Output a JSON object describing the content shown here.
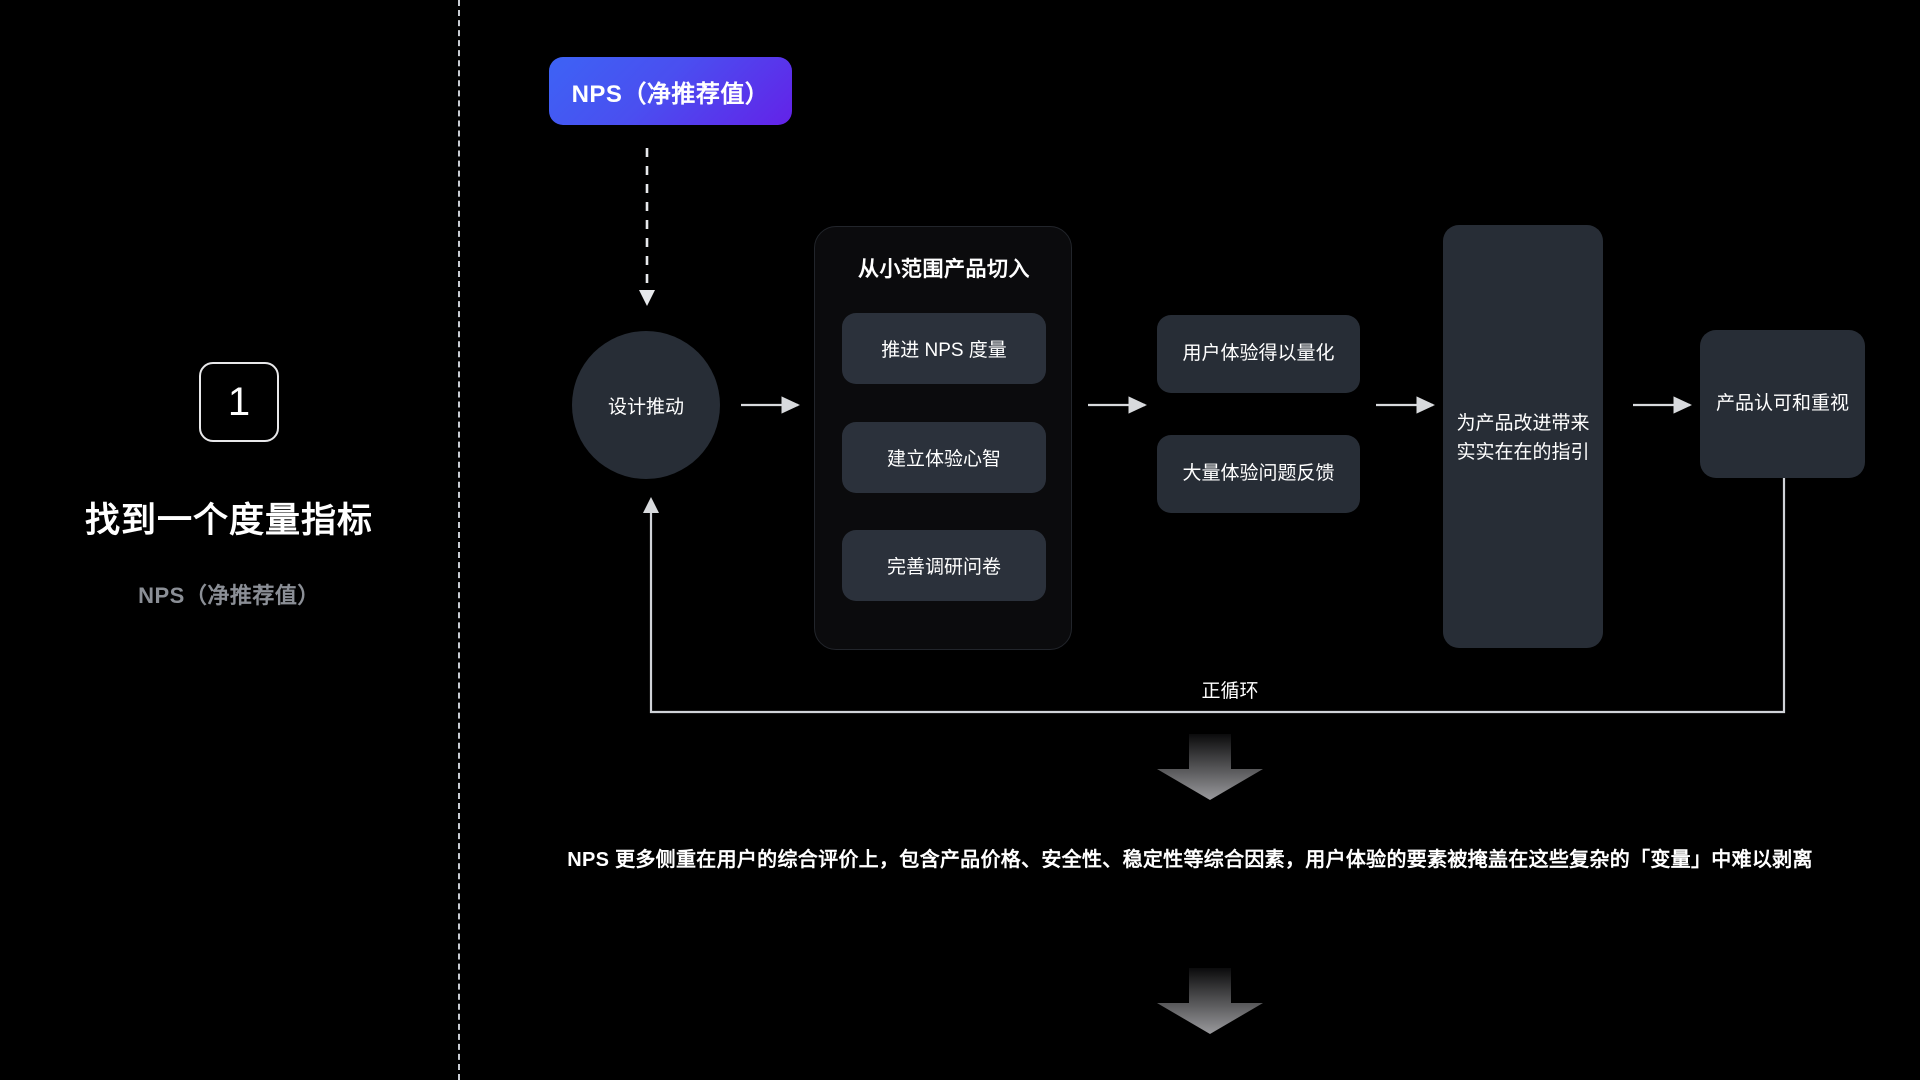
{
  "left_panel": {
    "step_number": "1",
    "title": "找到一个度量指标",
    "subtitle": "NPS（净推荐值）"
  },
  "diagram": {
    "source_badge": "NPS（净推荐值）",
    "circle_node": "设计推动",
    "group": {
      "title": "从小范围产品切入",
      "cards": [
        "推进 NPS 度量",
        "建立体验心智",
        "完善调研问卷"
      ]
    },
    "outcomes": [
      "用户体验得以量化",
      "大量体验问题反馈"
    ],
    "tall_node": "为产品改进带来实实在在的指引",
    "tall_node_line1": "为产品改进带来",
    "tall_node_line2": "实实在在的指引",
    "final_node": "产品认可和重视",
    "loop_label": "正循环"
  },
  "bottom_note": "NPS 更多侧重在用户的综合评价上，包含产品价格、安全性、稳定性等综合因素，用户体验的要素被掩盖在这些复杂的「变量」中难以剥离",
  "colors": {
    "background": "#000000",
    "node_fill": "#272d36",
    "group_fill": "#0b0b0d",
    "card_fill": "#2b313b",
    "badge_gradient_start": "#3d63f5",
    "badge_gradient_end": "#6322e8",
    "text_primary": "#ffffff",
    "text_muted": "#8b8f96",
    "line": "#d0d3d8"
  }
}
